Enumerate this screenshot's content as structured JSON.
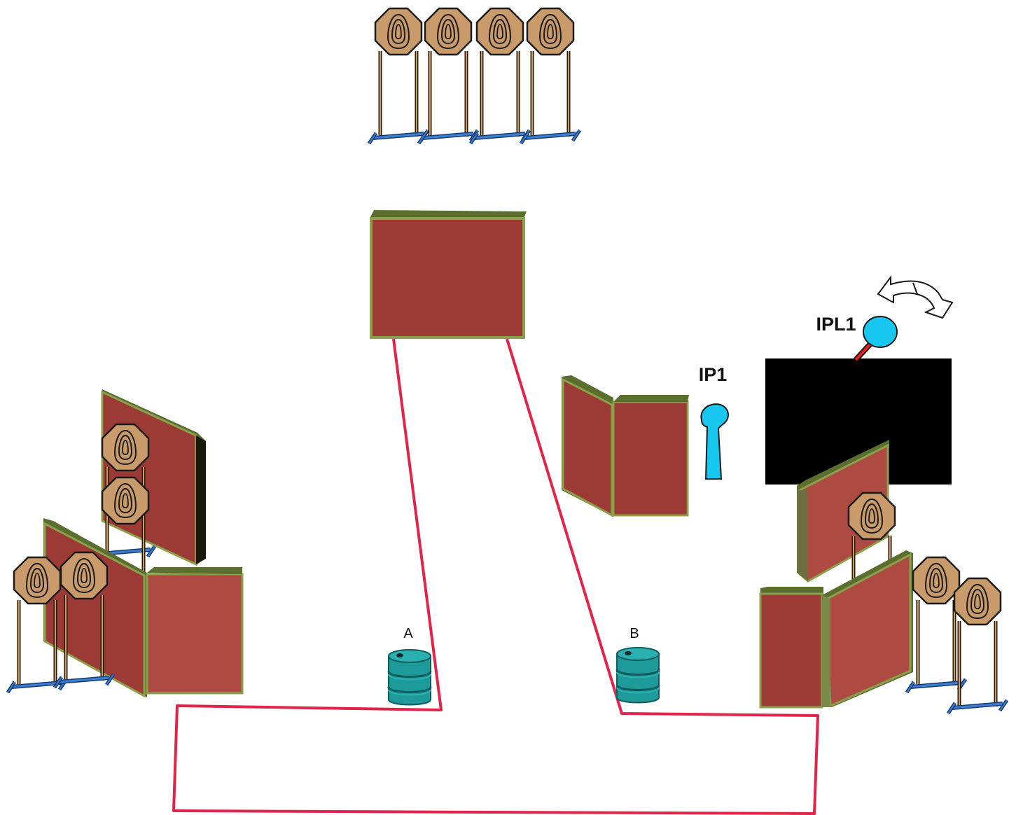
{
  "diagram": {
    "labels": {
      "barrel_a": "A",
      "barrel_b": "B",
      "ip1": "IP1",
      "ipl1": "IPL1"
    },
    "colors": {
      "wall_face": "#9c3b36",
      "wall_face_light": "#ad4a42",
      "wall_edge": "#8aa04a",
      "wall_top": "#5a6e2e",
      "target_fill": "#c99a6a",
      "target_stroke": "#1a1a1a",
      "stand_post": "#6b4a2a",
      "stand_base": "#3a7fd6",
      "barrel": "#1f9a9a",
      "barrel_dark": "#0e6e6e",
      "fault_line": "#e0244a",
      "ip_blue": "#17c7ef",
      "no_shoot": "#000000",
      "ipl_arm": "#e0241c"
    },
    "icons": [
      "steel-target-icon",
      "barrel-icon",
      "popper-icon",
      "swing-arrow-icon"
    ]
  }
}
